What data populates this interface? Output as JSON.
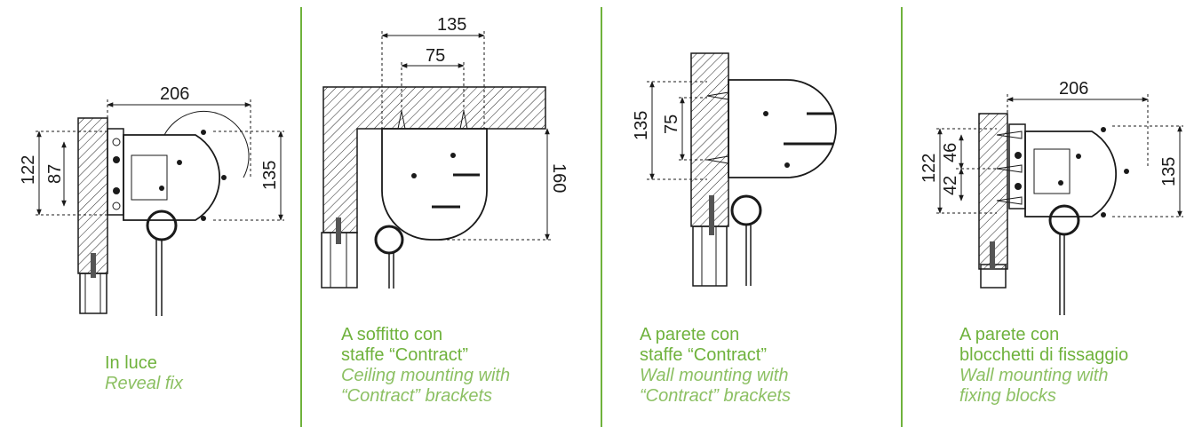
{
  "panels": [
    {
      "id": "reveal-fix",
      "caption_it": [
        "In luce"
      ],
      "caption_en": [
        "Reveal fix"
      ],
      "dimensions": [
        "206",
        "122",
        "87",
        "135"
      ]
    },
    {
      "id": "ceiling-contract",
      "caption_it": [
        "A soffitto con",
        "staffe “Contract”"
      ],
      "caption_en": [
        "Ceiling mounting with",
        "“Contract” brackets"
      ],
      "dimensions": [
        "135",
        "75",
        "160"
      ]
    },
    {
      "id": "wall-contract",
      "caption_it": [
        "A parete con",
        "staffe “Contract”"
      ],
      "caption_en": [
        "Wall mounting with",
        "“Contract” brackets"
      ],
      "dimensions": [
        "135",
        "75"
      ]
    },
    {
      "id": "wall-blocks",
      "caption_it": [
        "A parete con",
        "blocchetti di fissaggio"
      ],
      "caption_en": [
        "Wall mounting with",
        "fixing blocks"
      ],
      "dimensions": [
        "206",
        "122",
        "46",
        "42",
        "135"
      ]
    }
  ],
  "colors": {
    "accent": "#6fb23c",
    "caption_en": "#8cc063",
    "line": "#1a1a1a"
  }
}
